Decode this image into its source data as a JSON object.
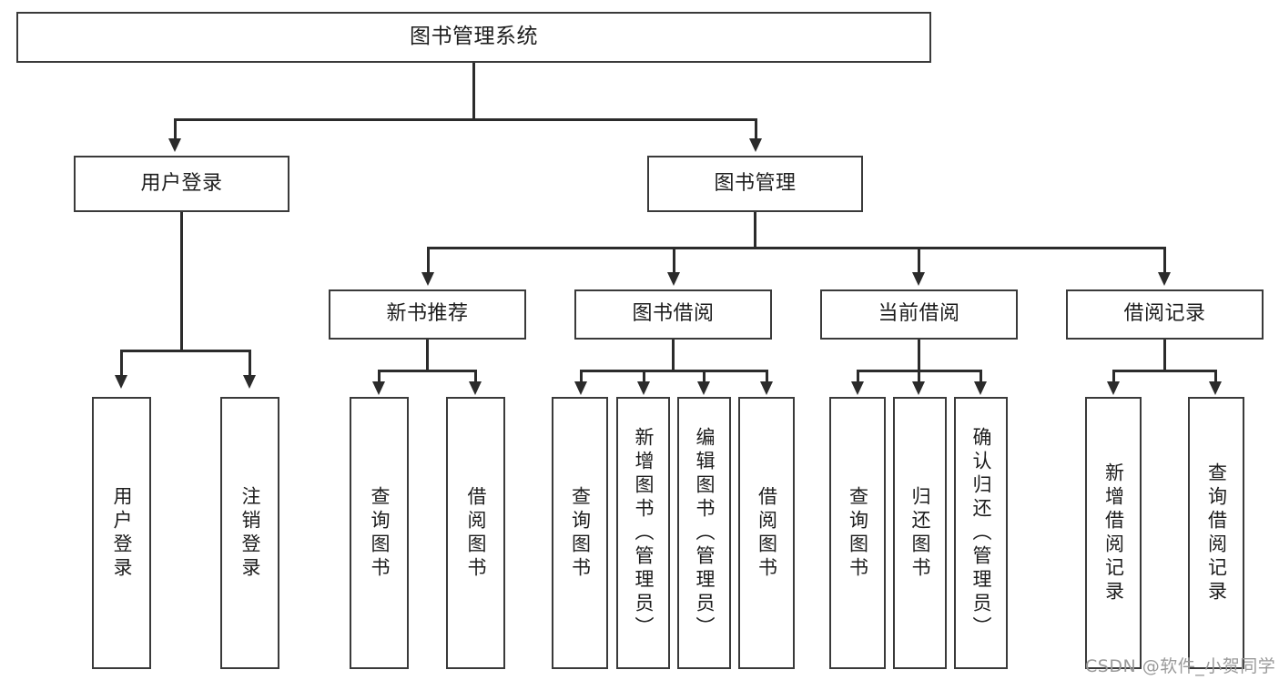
{
  "diagram": {
    "type": "hierarchy-tree",
    "title": "图书管理系统",
    "root": {
      "label": "图书管理系统"
    },
    "level2": [
      {
        "label": "用户登录"
      },
      {
        "label": "图书管理"
      }
    ],
    "level3": [
      {
        "label": "新书推荐"
      },
      {
        "label": "图书借阅"
      },
      {
        "label": "当前借阅"
      },
      {
        "label": "借阅记录"
      }
    ],
    "leaves": {
      "user_login": [
        {
          "label": "用户登录"
        },
        {
          "label": "注销登录"
        }
      ],
      "new_book_recommend": [
        {
          "label": "查询图书"
        },
        {
          "label": "借阅图书"
        }
      ],
      "book_borrow": [
        {
          "label": "查询图书"
        },
        {
          "label": "新增图书（管理员）"
        },
        {
          "label": "编辑图书（管理员）"
        },
        {
          "label": "借阅图书"
        }
      ],
      "current_borrow": [
        {
          "label": "查询图书"
        },
        {
          "label": "归还图书"
        },
        {
          "label": "确认归还（管理员）"
        }
      ],
      "borrow_record": [
        {
          "label": "新增借阅记录"
        },
        {
          "label": "查询借阅记录"
        }
      ]
    }
  },
  "watermark": {
    "text": "CSDN @软件_小贺同学"
  },
  "colors": {
    "stroke": "#3a3a3a",
    "edge": "#2b2b2b",
    "text": "#1d1d1d",
    "background": "#ffffff",
    "watermark": "#9a9a9a"
  }
}
